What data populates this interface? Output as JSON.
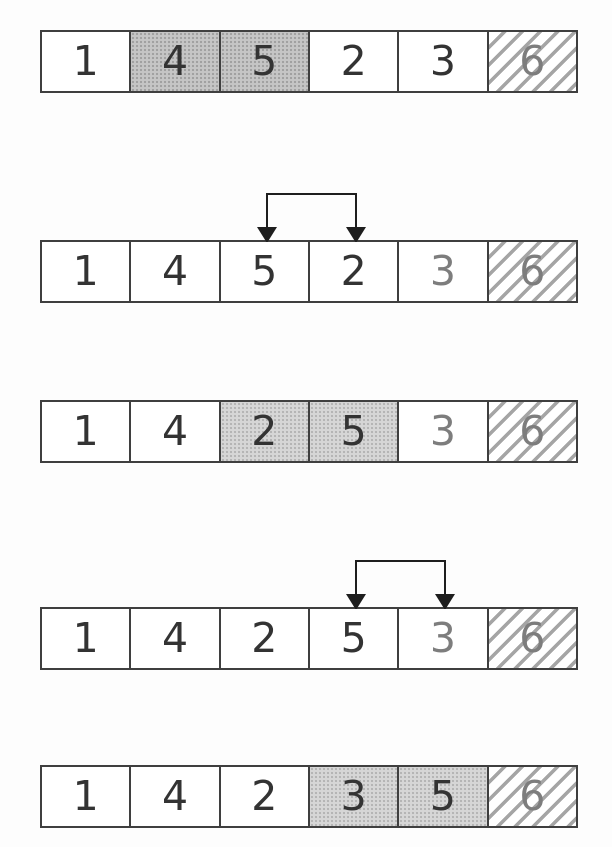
{
  "diagram_type": "array-sort-steps",
  "colors": {
    "border": "#3f3f3f",
    "shaded_dark": "#c5c5c5",
    "shaded_light": "#d6d6d6",
    "hatch_stripe": "#a5a5a5",
    "arrow": "#1e1e1e",
    "text": "#333333",
    "text_muted": "#7d7d7d",
    "background": "#fdfdfd"
  },
  "rows": [
    {
      "cells": [
        {
          "value": "1",
          "fill": "plain",
          "muted": false
        },
        {
          "value": "4",
          "fill": "shaded_dark",
          "muted": false
        },
        {
          "value": "5",
          "fill": "shaded_dark",
          "muted": false
        },
        {
          "value": "2",
          "fill": "plain",
          "muted": false
        },
        {
          "value": "3",
          "fill": "plain",
          "muted": false
        },
        {
          "value": "6",
          "fill": "hatched",
          "muted": true
        }
      ]
    },
    {
      "swap": {
        "from": 2,
        "to": 3
      },
      "cells": [
        {
          "value": "1",
          "fill": "plain",
          "muted": false
        },
        {
          "value": "4",
          "fill": "plain",
          "muted": false
        },
        {
          "value": "5",
          "fill": "plain",
          "muted": false
        },
        {
          "value": "2",
          "fill": "plain",
          "muted": false
        },
        {
          "value": "3",
          "fill": "plain",
          "muted": true
        },
        {
          "value": "6",
          "fill": "hatched",
          "muted": true
        }
      ]
    },
    {
      "cells": [
        {
          "value": "1",
          "fill": "plain",
          "muted": false
        },
        {
          "value": "4",
          "fill": "plain",
          "muted": false
        },
        {
          "value": "2",
          "fill": "shaded",
          "muted": false
        },
        {
          "value": "5",
          "fill": "shaded",
          "muted": false
        },
        {
          "value": "3",
          "fill": "plain",
          "muted": true
        },
        {
          "value": "6",
          "fill": "hatched",
          "muted": true
        }
      ]
    },
    {
      "swap": {
        "from": 3,
        "to": 4
      },
      "cells": [
        {
          "value": "1",
          "fill": "plain",
          "muted": false
        },
        {
          "value": "4",
          "fill": "plain",
          "muted": false
        },
        {
          "value": "2",
          "fill": "plain",
          "muted": false
        },
        {
          "value": "5",
          "fill": "plain",
          "muted": false
        },
        {
          "value": "3",
          "fill": "plain",
          "muted": true
        },
        {
          "value": "6",
          "fill": "hatched",
          "muted": true
        }
      ]
    },
    {
      "cells": [
        {
          "value": "1",
          "fill": "plain",
          "muted": false
        },
        {
          "value": "4",
          "fill": "plain",
          "muted": false
        },
        {
          "value": "2",
          "fill": "plain",
          "muted": false
        },
        {
          "value": "3",
          "fill": "shaded",
          "muted": false
        },
        {
          "value": "5",
          "fill": "shaded",
          "muted": false
        },
        {
          "value": "6",
          "fill": "hatched",
          "muted": true
        }
      ]
    }
  ]
}
